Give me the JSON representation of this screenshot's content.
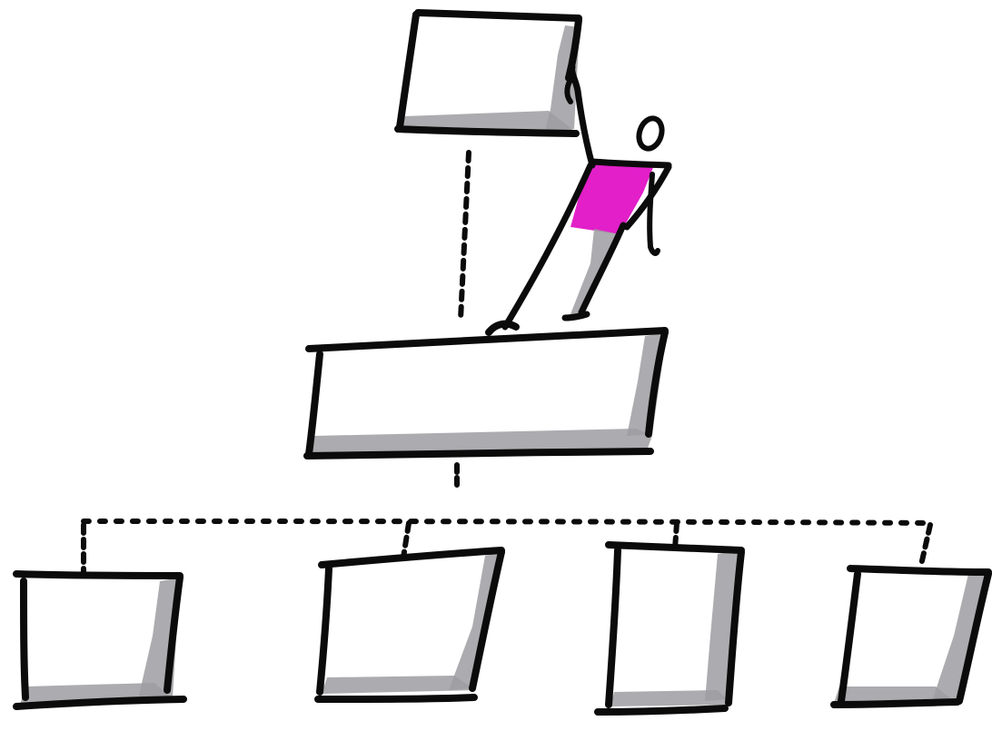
{
  "diagram": {
    "kind": "org-chart-sketch",
    "colors": {
      "ink": "#0b0b0b",
      "shadow": "#9e9ca1",
      "accent": "#e21fc8",
      "paper": "#ffffff"
    },
    "nodes": [
      {
        "id": "top-box",
        "level": 0,
        "label": ""
      },
      {
        "id": "middle-box",
        "level": 1,
        "label": ""
      },
      {
        "id": "bottom-box-1",
        "level": 2,
        "label": ""
      },
      {
        "id": "bottom-box-2",
        "level": 2,
        "label": ""
      },
      {
        "id": "bottom-box-3",
        "level": 2,
        "label": ""
      },
      {
        "id": "bottom-box-4",
        "level": 2,
        "label": ""
      }
    ],
    "connectors": [
      {
        "from": "top-box",
        "to": "middle-box",
        "style": "dashed"
      },
      {
        "from": "middle-box",
        "to": "bottom-box-1",
        "style": "dashed"
      },
      {
        "from": "middle-box",
        "to": "bottom-box-2",
        "style": "dashed"
      },
      {
        "from": "middle-box",
        "to": "bottom-box-3",
        "style": "dashed"
      },
      {
        "from": "middle-box",
        "to": "bottom-box-4",
        "style": "dashed"
      }
    ],
    "figure": {
      "icon": "stick-figure-climbing-icon",
      "shirt_color": "#e21fc8"
    }
  }
}
